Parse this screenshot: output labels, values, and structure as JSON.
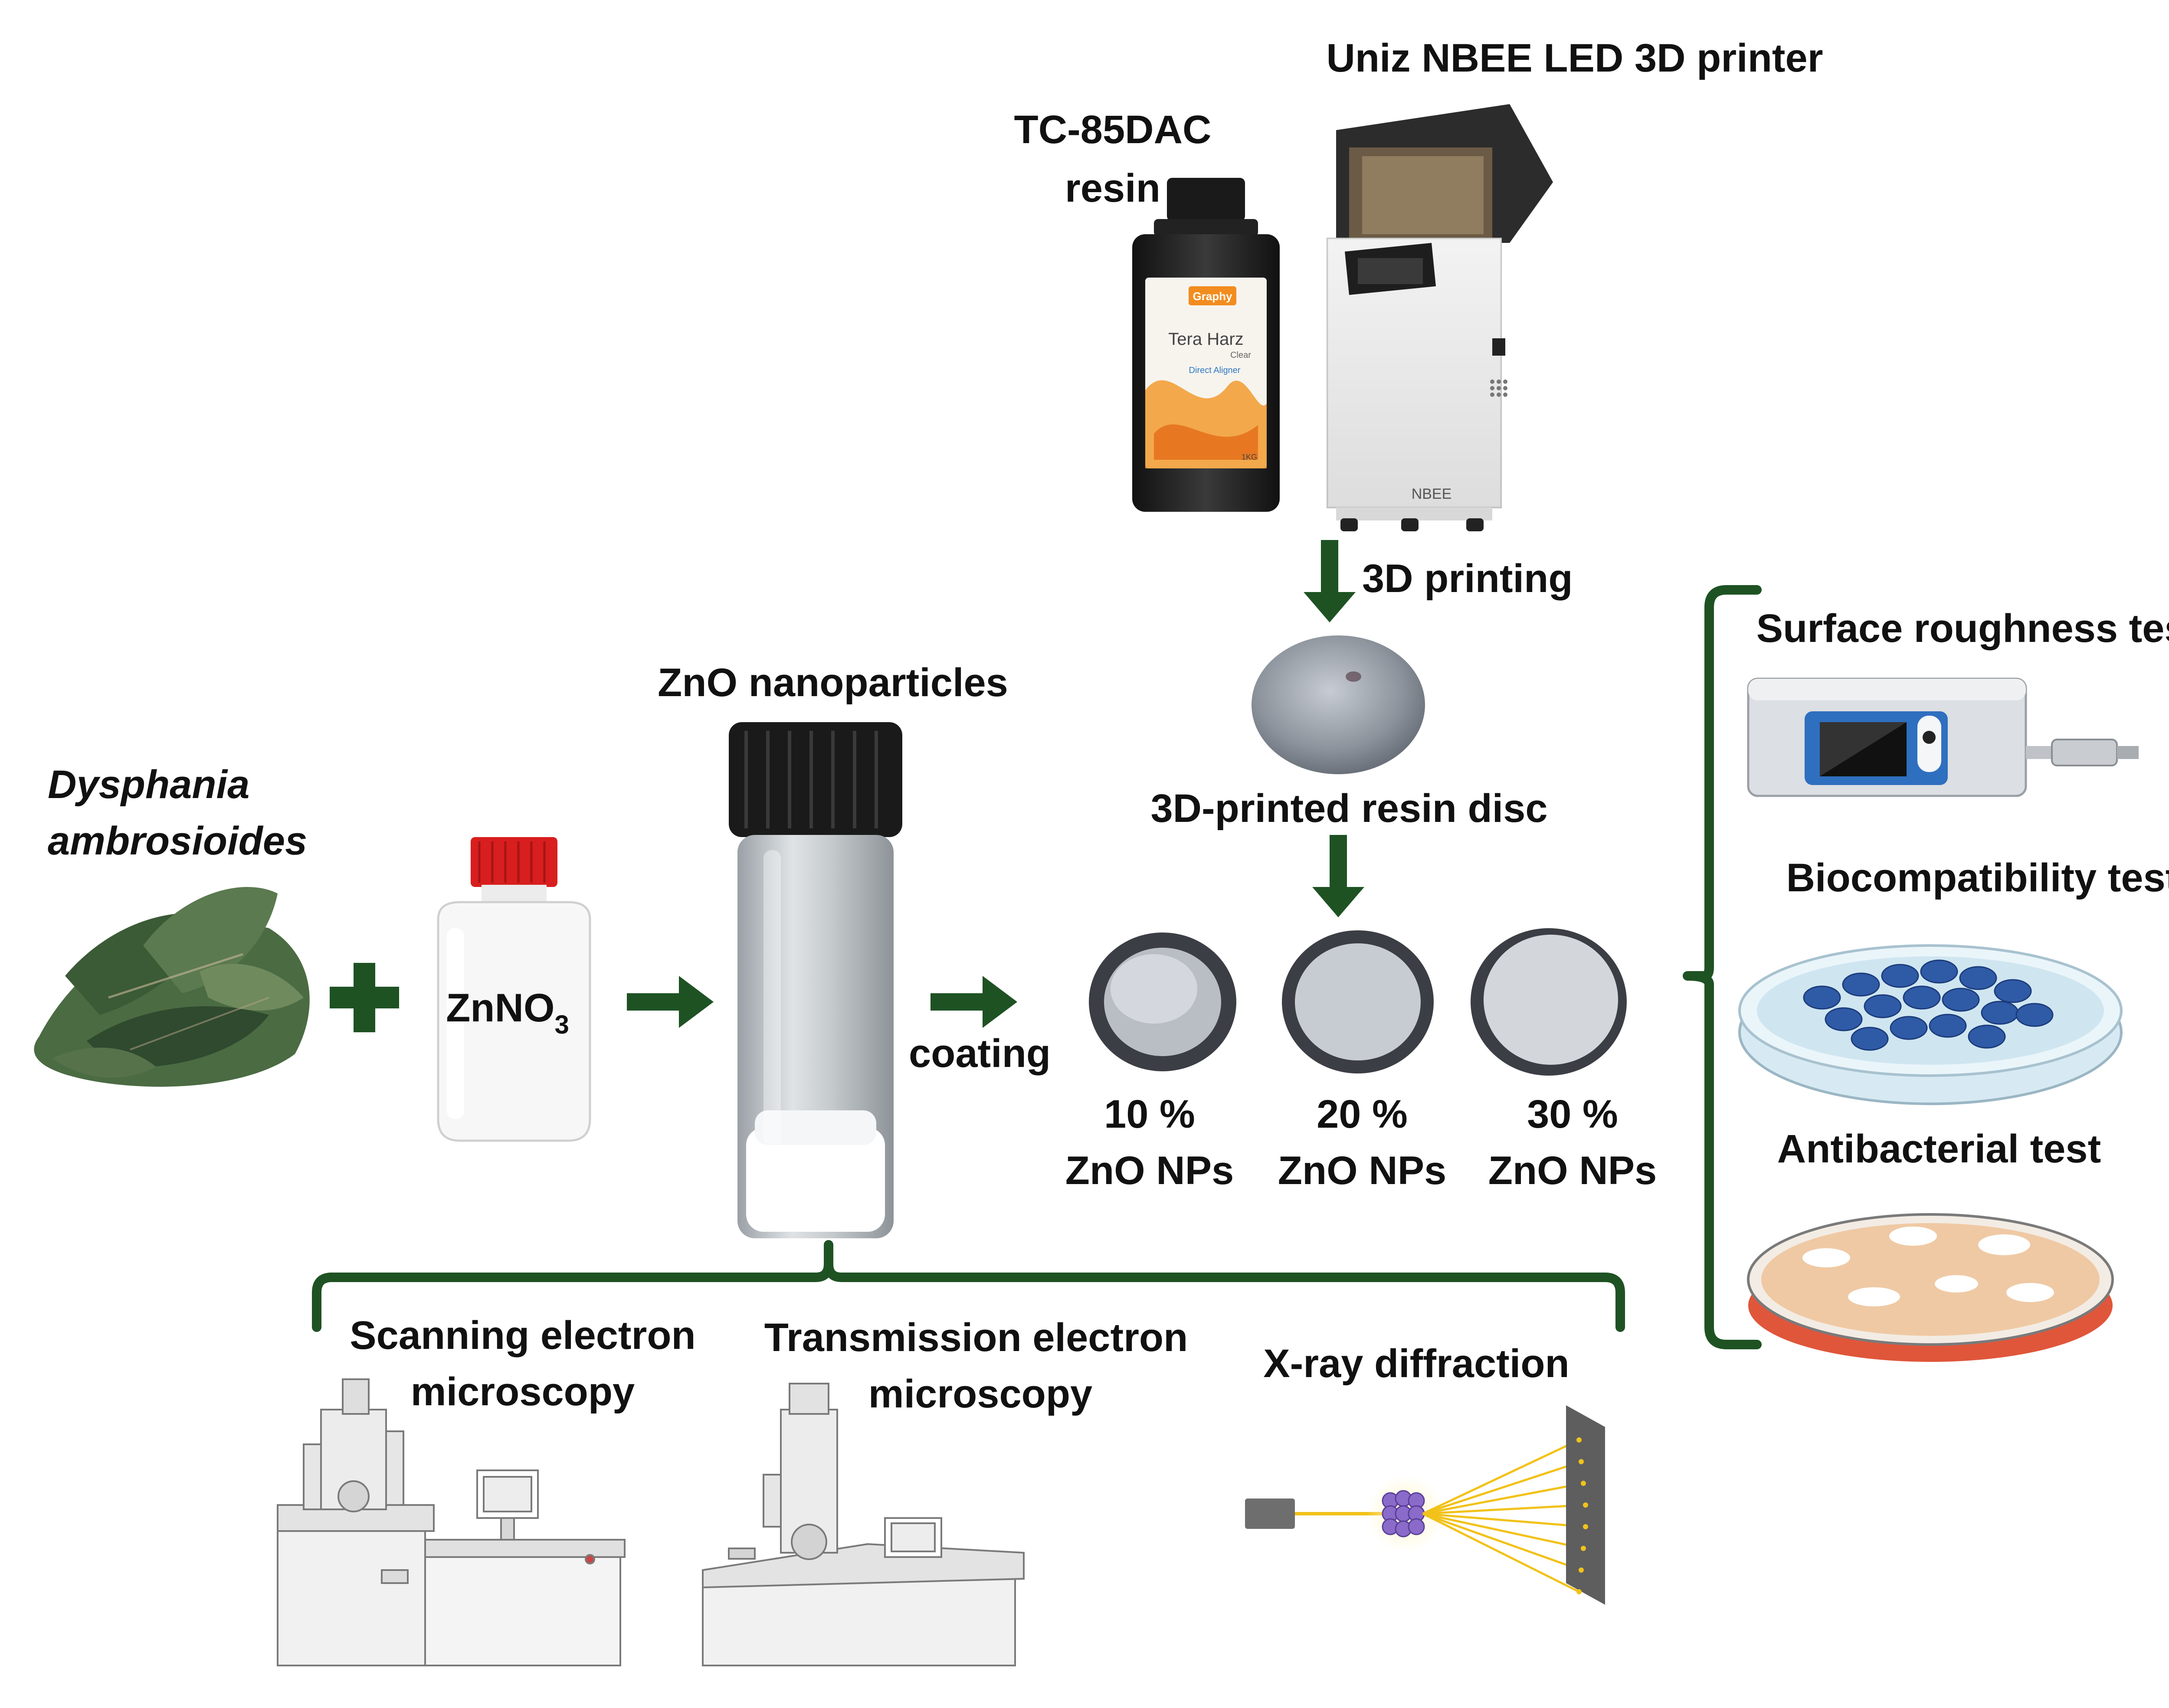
{
  "labels": {
    "printer": "Uniz NBEE LED 3D printer",
    "resin_line1": "TC-85DAC",
    "resin_line2": "resin",
    "printing_step": "3D printing",
    "disc": "3D-printed resin disc",
    "zno": "ZnO nanoparticles",
    "plant_line1": "Dysphania",
    "plant_line2": "ambrosioides",
    "precursor_base": "ZnNO",
    "precursor_sub": "3",
    "coating": "coating",
    "sem_line1": "Scanning electron",
    "sem_line2": "microscopy",
    "tem_line1": "Transmission electron",
    "tem_line2": "microscopy",
    "xrd": "X-ray diffraction"
  },
  "coated_discs": [
    {
      "pct": "10 %",
      "name": "ZnO NPs"
    },
    {
      "pct": "20 %",
      "name": "ZnO NPs"
    },
    {
      "pct": "30 %",
      "name": "ZnO NPs"
    }
  ],
  "tests": [
    {
      "label": "Surface roughness test"
    },
    {
      "label": "Biocompatibility test"
    },
    {
      "label": "Antibacterial test"
    }
  ],
  "bottle_text": {
    "brand": "Graphy",
    "product": "Tera Harz",
    "variant": "Clear",
    "line": "Direct Aligner",
    "weight": "1KG"
  },
  "printer_badge": "NBEE",
  "colors": {
    "arrow_green": "#1e5223",
    "bracket_green": "#1e5223",
    "cap_red": "#d81e1e",
    "cap_black": "#1a1a1a",
    "leaf_green": "#4b6b43",
    "petri_orange": "#e0563a",
    "cell_blue": "#2f5aa6",
    "xray_yellow": "#f2c21a",
    "crystal_purple": "#8a6bc9"
  },
  "icons": [
    "plus-icon",
    "arrow-right-icon",
    "arrow-down-icon",
    "curly-brace-icon"
  ]
}
